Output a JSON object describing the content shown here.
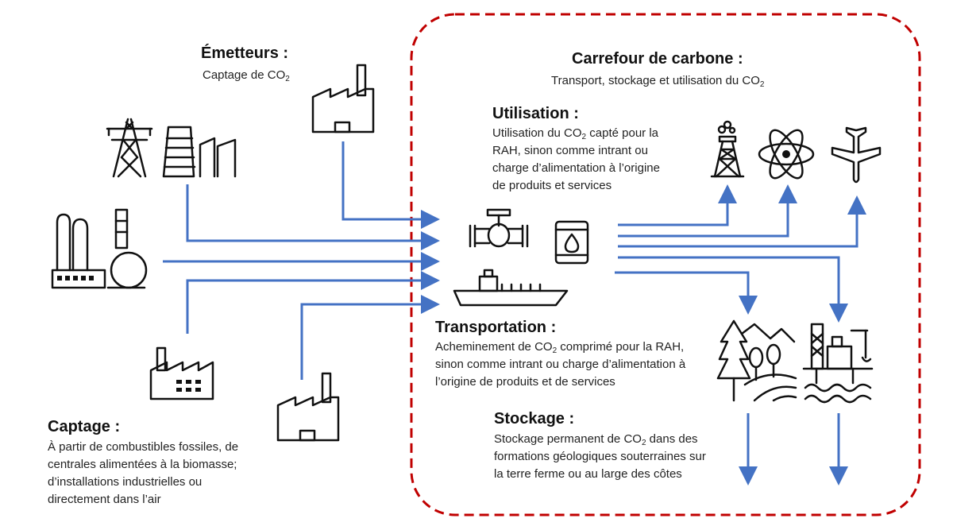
{
  "colors": {
    "arrow": "#4472C4",
    "border": "#C00000",
    "text": "#1a1a1a"
  },
  "emitters": {
    "title": "Émetteurs :",
    "subtitle_pre": "Captage de CO",
    "subtitle_sub": "2"
  },
  "hub": {
    "title": "Carrefour de carbone :",
    "subtitle_pre": "Transport, stockage et utilisation du CO",
    "subtitle_sub": "2"
  },
  "utilisation": {
    "title": "Utilisation :",
    "line1_pre": "Utilisation du CO",
    "line1_sub": "2",
    "line1_post": " capté pour la",
    "line2": "RAH, sinon comme intrant ou",
    "line3": "charge d’alimentation à l’origine",
    "line4": "de produits et services"
  },
  "transportation": {
    "title": "Transportation :",
    "line1_pre": "Acheminement de CO",
    "line1_sub": "2",
    "line1_post": " comprimé pour la RAH,",
    "line2": "sinon comme intrant ou charge d’alimentation à",
    "line3": "l’origine de produits et de services"
  },
  "stockage": {
    "title": "Stockage :",
    "line1_pre": "Stockage permanent de CO",
    "line1_sub": "2",
    "line1_post": " dans des",
    "line2": "formations géologiques souterraines sur",
    "line3": "la terre ferme ou au large des côtes"
  },
  "captage": {
    "title": "Captage :",
    "line1": "À partir de combustibles fossiles,  de",
    "line2": "centrales alimentées à la biomasse;",
    "line3": "d’installations industrielles ou",
    "line4": "directement dans l’air"
  },
  "icons": [
    "power-tower-icon",
    "power-plant-icon",
    "factory-top-icon",
    "refinery-icon",
    "factory-bottom-left-icon",
    "factory-bottom-icon",
    "pipeline-valve-icon",
    "oil-barrel-icon",
    "tanker-ship-icon",
    "oil-derrick-icon",
    "atom-icon",
    "airplane-icon",
    "forest-landscape-icon",
    "offshore-platform-icon"
  ]
}
